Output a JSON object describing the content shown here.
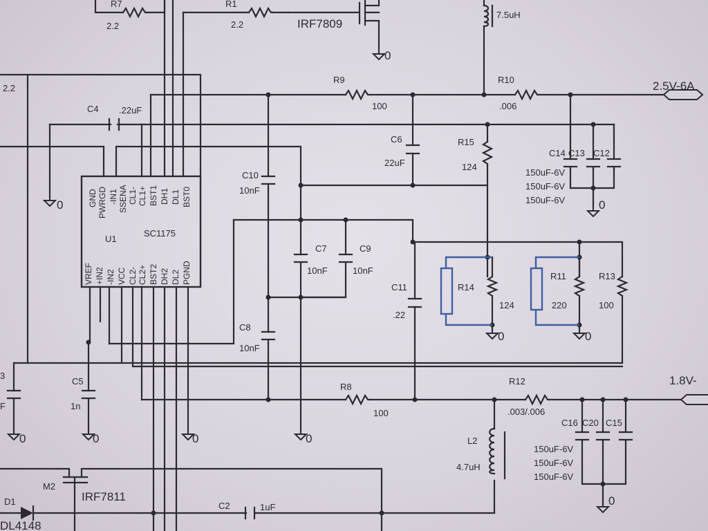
{
  "ic": {
    "ref": "U1",
    "part": "SC1175",
    "top_pins": [
      "GND",
      "PWRGD",
      "-IN1",
      "SSENA",
      "CL1-",
      "CL1+",
      "BST1",
      "DH1",
      "DL1",
      "BST0"
    ],
    "bottom_pins": [
      "VREF",
      "+IN2",
      "-IN2",
      "VCC",
      "CL2-",
      "CL2+",
      "BST2",
      "DH2",
      "DL2",
      "PGND"
    ]
  },
  "components": {
    "r7": {
      "ref": "R7",
      "value": "2.2"
    },
    "r1": {
      "ref": "R1",
      "value": "2.2"
    },
    "q1": {
      "part": "IRF7809"
    },
    "l1": {
      "value": "7.5uH"
    },
    "r_left": {
      "value": "2.2"
    },
    "c4": {
      "ref": "C4",
      "value": ".22uF"
    },
    "r9": {
      "ref": "R9",
      "value": "100"
    },
    "r10": {
      "ref": "R10",
      "value": ".006"
    },
    "out1": {
      "label": "2.5V-6A"
    },
    "c6": {
      "ref": "C6",
      "value": "22uF"
    },
    "r15": {
      "ref": "R15",
      "value": "124"
    },
    "c14": {
      "ref": "C14"
    },
    "c13": {
      "ref": "C13"
    },
    "c12": {
      "ref": "C12"
    },
    "caps_out1": [
      "150uF-6V",
      "150uF-6V",
      "150uF-6V"
    ],
    "c10": {
      "ref": "C10",
      "value": "10nF"
    },
    "c7": {
      "ref": "C7",
      "value": "10nF"
    },
    "c9": {
      "ref": "C9",
      "value": "10nF"
    },
    "c11": {
      "ref": "C11",
      "value": ".22"
    },
    "r14": {
      "ref": "R14",
      "value": "124"
    },
    "r11": {
      "ref": "R11",
      "value": "220"
    },
    "r13": {
      "ref": "R13",
      "value": "100"
    },
    "c8": {
      "ref": "C8",
      "value": "10nF"
    },
    "c5": {
      "ref": "C5",
      "value": "1n"
    },
    "r8": {
      "ref": "R8",
      "value": "100"
    },
    "r12": {
      "ref": "R12",
      "value": ".003/.006"
    },
    "out2": {
      "label": "1.8V-"
    },
    "l2": {
      "ref": "L2",
      "value": "4.7uH"
    },
    "c16": {
      "ref": "C16"
    },
    "c20": {
      "ref": "C20"
    },
    "c15": {
      "ref": "C15"
    },
    "caps_out2": [
      "150uF-6V",
      "150uF-6V",
      "150uF-6V"
    ],
    "q2": {
      "ref": "M2",
      "part": "IRF7811"
    },
    "d1": {
      "ref": "D1",
      "part": "DL4148"
    },
    "c2": {
      "ref": "C2",
      "value": "1uF"
    },
    "c_left": {
      "ref": "3",
      "value": "F"
    }
  },
  "ground_label": "0"
}
